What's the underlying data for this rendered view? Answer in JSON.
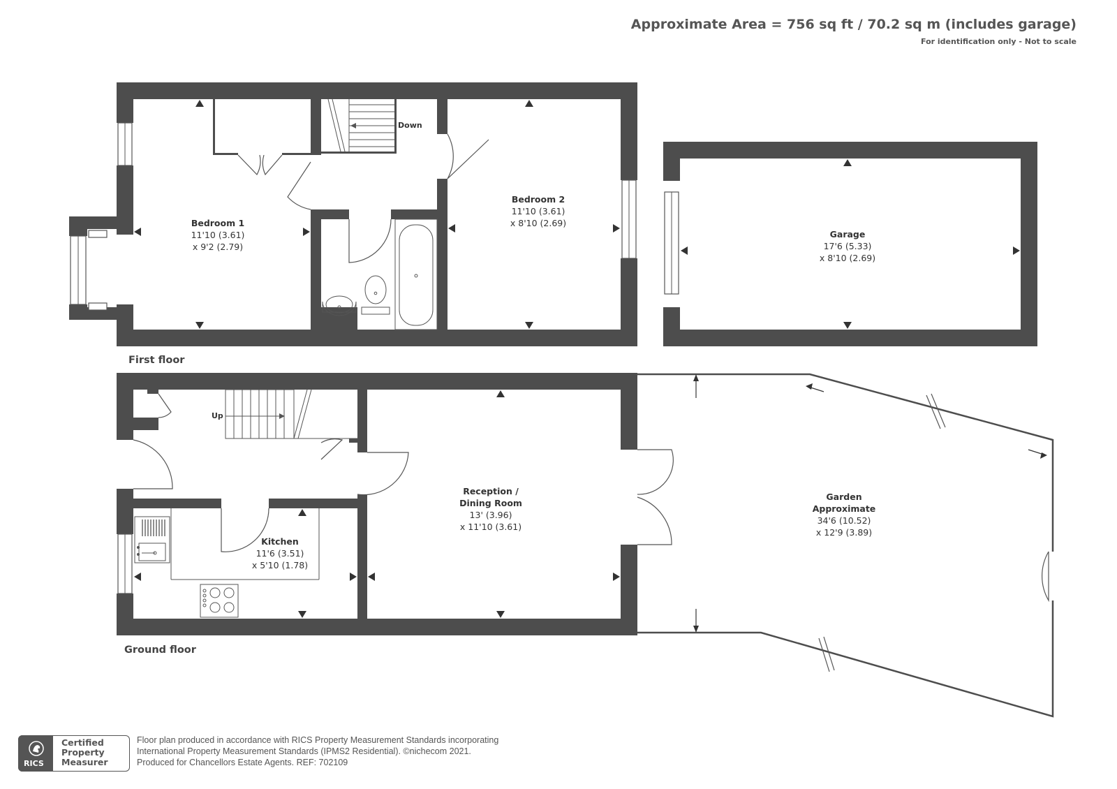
{
  "header": {
    "area": "Approximate Area = 756 sq ft / 70.2 sq m (includes garage)",
    "note": "For identification only - Not to scale"
  },
  "floors": {
    "first": "First floor",
    "ground": "Ground floor"
  },
  "rooms": {
    "bedroom1": {
      "name": "Bedroom 1",
      "dim1": "11'10 (3.61)",
      "dim2": "x 9'2 (2.79)"
    },
    "bedroom2": {
      "name": "Bedroom 2",
      "dim1": "11'10 (3.61)",
      "dim2": "x 8'10 (2.69)"
    },
    "garage": {
      "name": "Garage",
      "dim1": "17'6 (5.33)",
      "dim2": "x 8'10 (2.69)"
    },
    "reception": {
      "name1": "Reception /",
      "name2": "Dining Room",
      "dim1": "13' (3.96)",
      "dim2": "x 11'10 (3.61)"
    },
    "kitchen": {
      "name": "Kitchen",
      "dim1": "11'6 (3.51)",
      "dim2": "x 5'10 (1.78)"
    },
    "garden": {
      "name1": "Garden",
      "name2": "Approximate",
      "dim1": "34'6 (10.52)",
      "dim2": "x 12'9 (3.89)"
    }
  },
  "stairs": {
    "down": "Down",
    "up": "Up"
  },
  "footer": {
    "line1": "Floor plan produced in accordance with RICS Property Measurement Standards incorporating",
    "line2": "International Property Measurement Standards (IPMS2 Residential).   ©nichecom 2021.",
    "line3": "Produced for Chancellors Estate Agents.   REF:  702109"
  },
  "badge": {
    "org": "RICS",
    "line1": "Certified",
    "line2": "Property",
    "line3": "Measurer"
  },
  "colors": {
    "wall": "#4d4d4d",
    "line": "#555555",
    "text": "#333333"
  },
  "icons": [
    "rics-lion-icon",
    "arrow-marker-icon",
    "door-swing-icon",
    "window-icon",
    "bath-icon",
    "toilet-icon",
    "basin-icon",
    "hob-icon",
    "sink-icon",
    "radiator-icon"
  ]
}
